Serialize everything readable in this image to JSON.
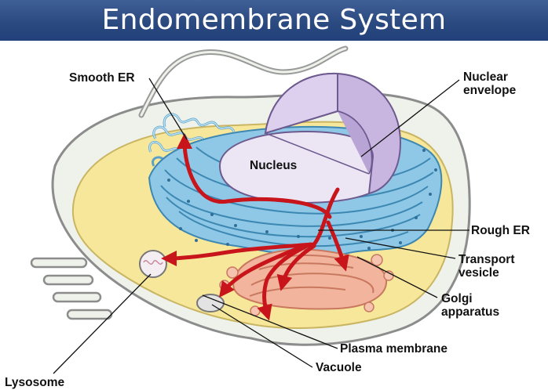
{
  "title": "Endomembrane System",
  "labels": {
    "smooth_er": "Smooth ER",
    "nuclear_envelope_1": "Nuclear",
    "nuclear_envelope_2": "envelope",
    "nucleus": "Nucleus",
    "rough_er": "Rough ER",
    "transport_vesicle_1": "Transport",
    "transport_vesicle_2": "vesicle",
    "golgi_1": "Golgi",
    "golgi_2": "apparatus",
    "plasma_membrane": "Plasma membrane",
    "vacuole": "Vacuole",
    "lysosome": "Lysosome"
  },
  "colors": {
    "title_bar": "#2b4a80",
    "cytoplasm": "#f7e79a",
    "er": "#8ec8e6",
    "nucleus": "#c8b6e0",
    "golgi": "#f2b49c",
    "arrow": "#c8151b"
  }
}
